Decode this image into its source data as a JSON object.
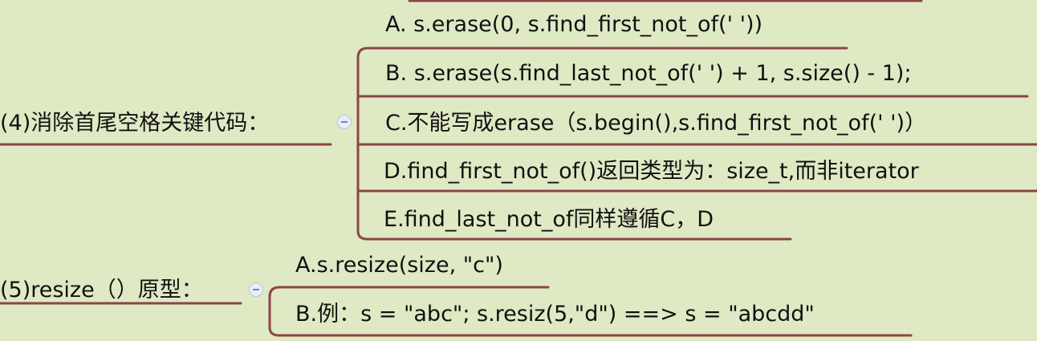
{
  "colors": {
    "background": "#dfe9c4",
    "branch": "#8b4548",
    "collapse_icon": "#6f86b8"
  },
  "node4": {
    "label": "(4)消除首尾空格关键代码：",
    "children": [
      "A. s.erase(0, s.find_first_not_of(' '))",
      "B. s.erase(s.find_last_not_of(' ') + 1, s.size() - 1);",
      "C.不能写成erase（s.begin(),s.find_first_not_of(' ')）",
      "D.find_first_not_of()返回类型为：size_t,而非iterator",
      "E.find_last_not_of同样遵循C，D"
    ]
  },
  "node5": {
    "label": "(5)resize（）原型：",
    "children": [
      "A.s.resize(size, \"c\")",
      "B.例：s = \"abc\"; s.resiz(5,\"d\") ==> s = \"abcdd\""
    ]
  }
}
